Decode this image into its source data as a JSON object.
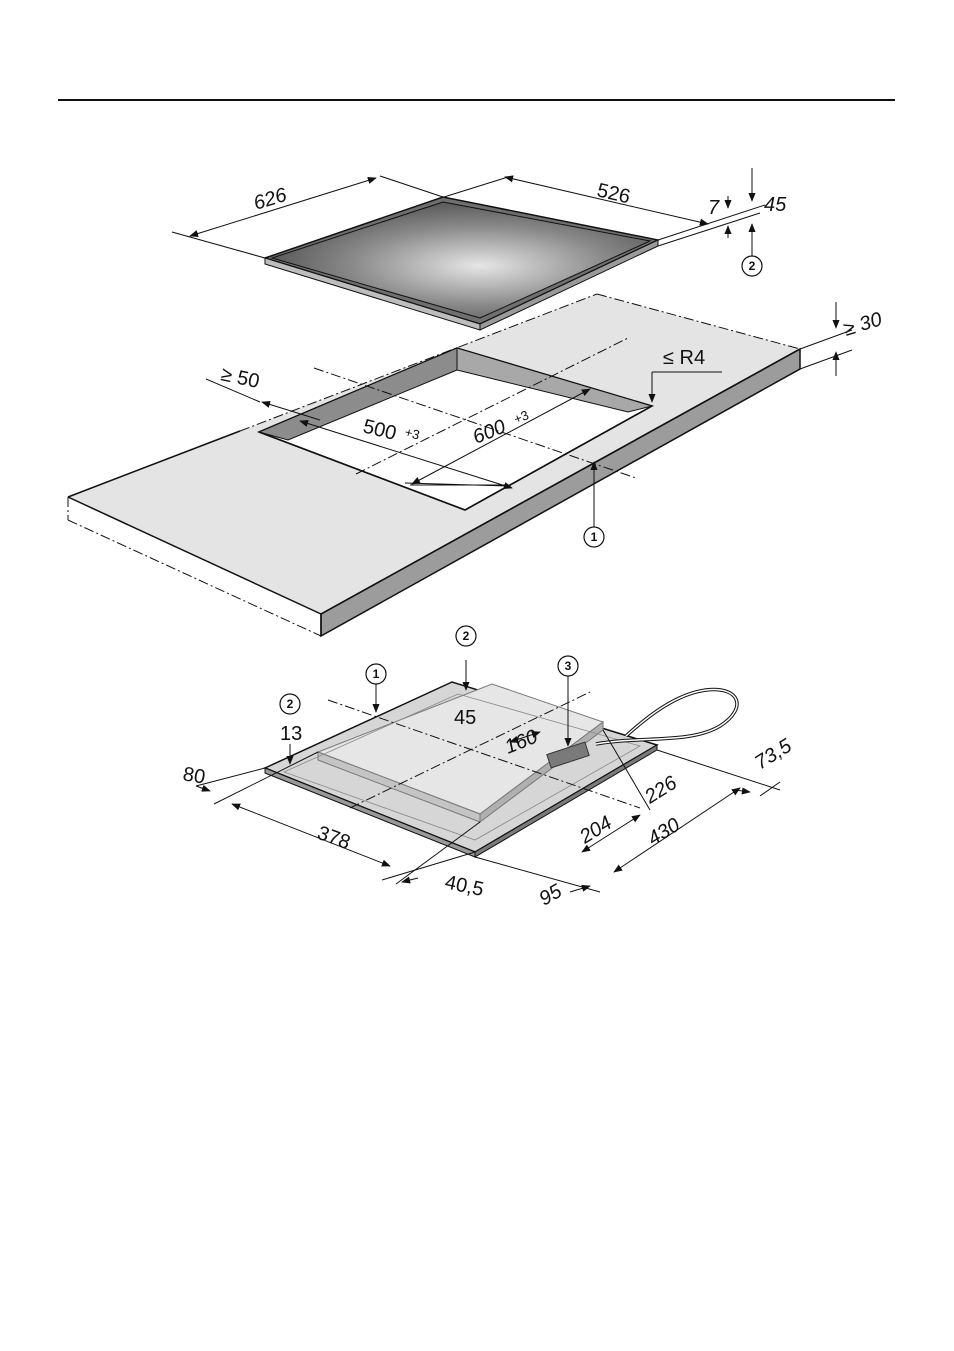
{
  "dimensions": {
    "hob_width": "626",
    "hob_depth": "526",
    "frame_height": "7",
    "installed_height": "45",
    "worktop_min_thickness": "≥ 30",
    "wall_min_distance": "≥ 50",
    "corner_radius": "≤ R4",
    "cutout_width": "500",
    "cutout_width_tol": "+3",
    "cutout_depth": "600",
    "cutout_depth_tol": "+3",
    "under_depth_a": "45",
    "under_depth_b": "13",
    "under_offset_left": "80",
    "under_width_box": "378",
    "under_front_offset": "40,5",
    "under_front_offset_2": "95",
    "cable_span": "160",
    "cable_offset": "204",
    "cable_offset_2": "226",
    "under_depth_box": "430",
    "under_right_offset": "73,5"
  },
  "callouts": {
    "c1": "1",
    "c2": "2",
    "c3": "3"
  },
  "colors": {
    "worktop": "#e4e4e4",
    "worktop_edge": "#9c9c9c",
    "cutout_wall": "#8c8c8c",
    "glass_dark": "#3a3a3a",
    "glass_light": "#d8d8d8",
    "underside": "#d6d6d6"
  }
}
